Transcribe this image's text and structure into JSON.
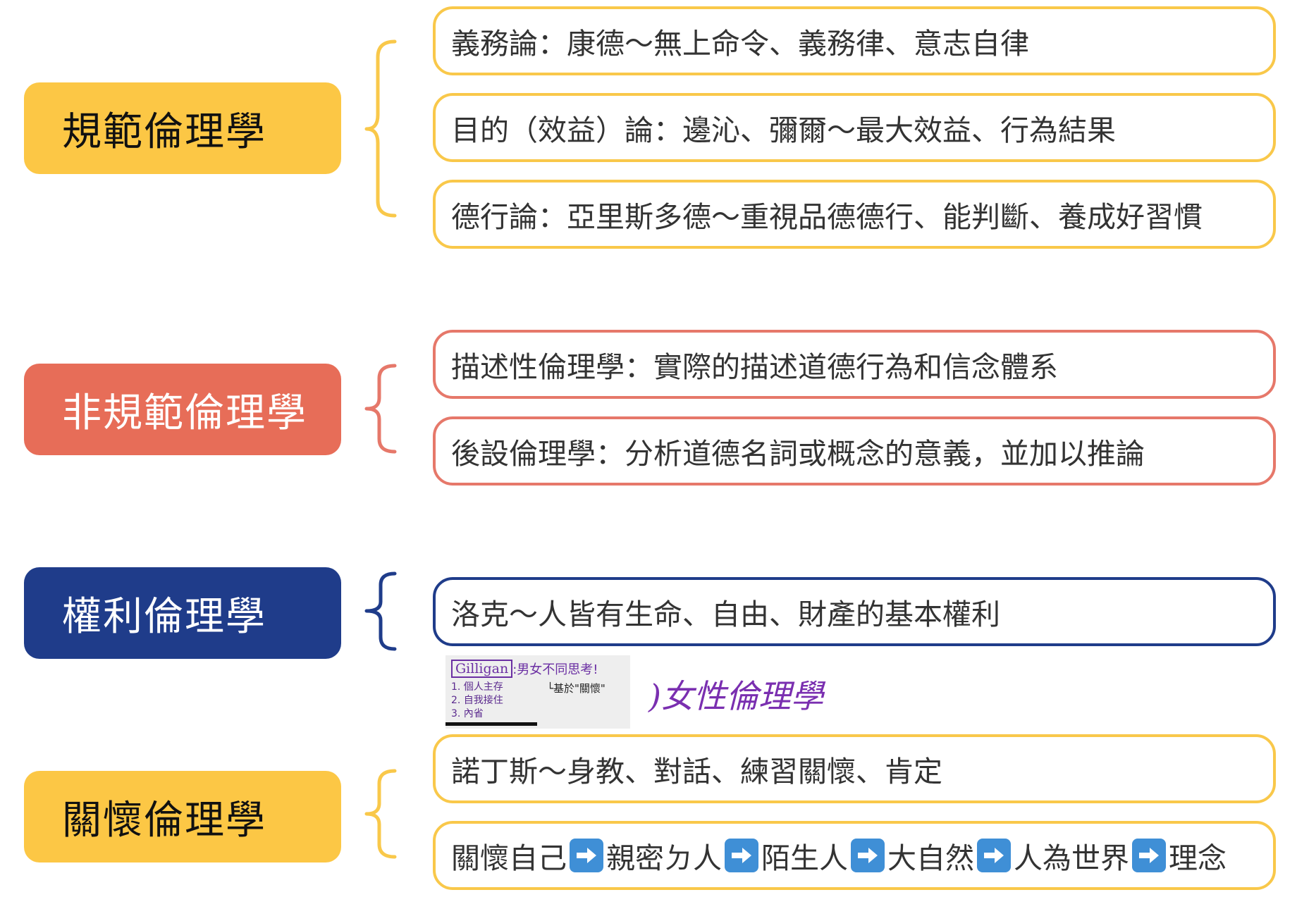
{
  "categories": [
    {
      "label": "規範倫理學"
    },
    {
      "label": "非規範倫理學"
    },
    {
      "label": "權利倫理學"
    },
    {
      "label": "關懷倫理學"
    }
  ],
  "normative": [
    "義務論：康德～無上命令、義務律、意志自律",
    "目的（效益）論：邊沁、彌爾～最大效益、行為結果",
    "德行論：亞里斯多德～重視品德德行、能判斷、養成好習慣"
  ],
  "non_normative": [
    "描述性倫理學：實際的描述道德行為和信念體系",
    "後設倫理學：分析道德名詞或概念的意義，並加以推論"
  ],
  "rights": [
    "洛克～人皆有生命、自由、財產的基本權利"
  ],
  "care": {
    "item1": "諾丁斯～身教、對話、練習關懷、肯定",
    "chain": [
      "關懷自己",
      "親密ㄉ人",
      "陌生人",
      "大自然",
      "人為世界",
      "理念"
    ]
  },
  "note": {
    "name": "Gilligan",
    "text": ":男女不同思考!",
    "sub": "└基於\"關懷\"",
    "lines": [
      "1. 個人主存",
      "2. 自我接住",
      "3. 內省"
    ]
  },
  "handwritten": ")女性倫理學",
  "colors": {
    "yellow": "#fcc745",
    "red": "#e76d58",
    "blue": "#1f3c8a",
    "arrow": "#3f8fd6"
  }
}
